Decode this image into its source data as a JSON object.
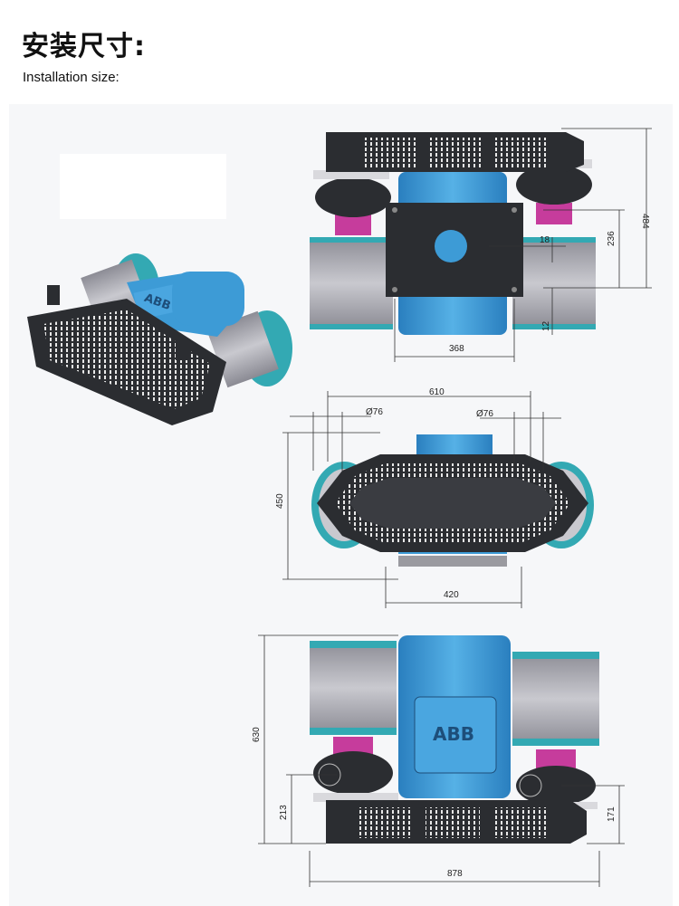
{
  "header": {
    "title_cn": "安装尺寸:",
    "title_en": "Installation size:"
  },
  "brand": "ABB",
  "colors": {
    "background": "#f6f7f9",
    "motor_blue": "#3d9bd6",
    "housing_dark": "#2b2d31",
    "drum_gray": "#a6a6ae",
    "drum_teal": "#33a9b3",
    "coupling_magenta": "#c63c9c",
    "dimension_line": "#333333"
  },
  "views": {
    "top": {
      "dims": {
        "height_total": "484",
        "offset_a": "236",
        "offset_b": "18",
        "offset_c": "12",
        "base_width": "368"
      }
    },
    "front": {
      "dims": {
        "span": "610",
        "pulley_left": "Ø76",
        "pulley_right": "Ø76",
        "height": "450",
        "base_width": "420"
      }
    },
    "side": {
      "dims": {
        "height": "630",
        "left_offset": "213",
        "right_offset": "171",
        "width": "878"
      }
    }
  }
}
